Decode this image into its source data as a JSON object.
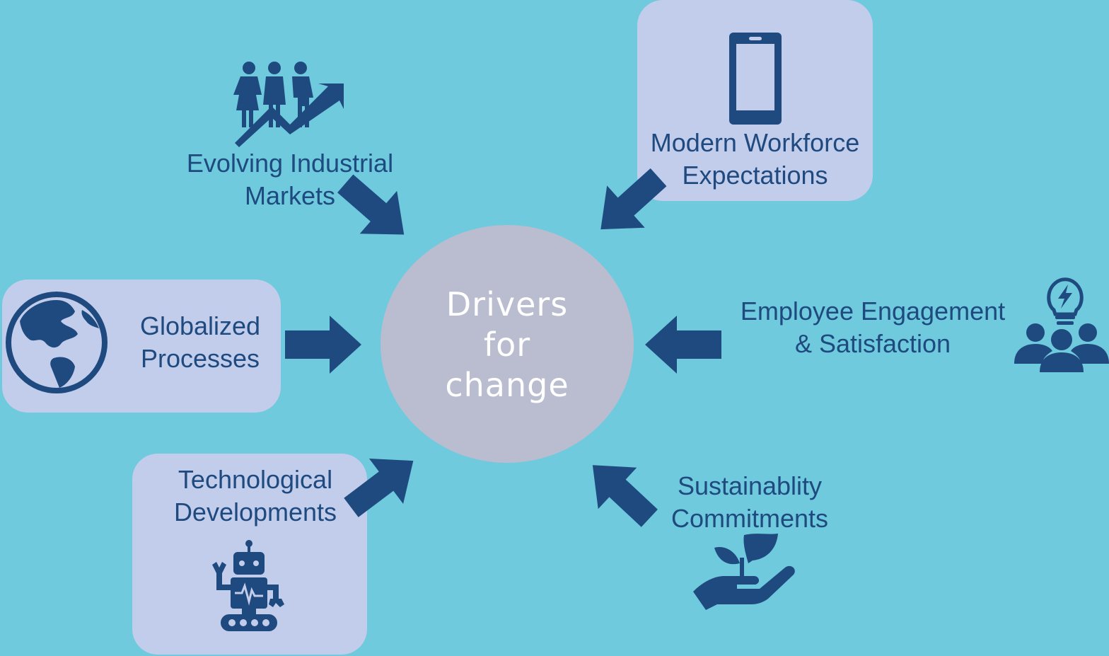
{
  "center": {
    "line1": "Drivers",
    "line2": "for",
    "line3": "change",
    "color": "#b9bdcf"
  },
  "drivers": {
    "markets": {
      "line1": "Evolving Industrial",
      "line2": "Markets",
      "icon": "people-growth-icon"
    },
    "workforce": {
      "line1": "Modern Workforce",
      "line2": "Expectations",
      "icon": "smartphone-icon"
    },
    "global": {
      "line1": "Globalized",
      "line2": "Processes",
      "icon": "globe-icon"
    },
    "engagement": {
      "line1": "Employee Engagement",
      "line2": "& Satisfaction",
      "icon": "team-idea-icon"
    },
    "technology": {
      "line1": "Technological",
      "line2": "Developments",
      "icon": "robot-icon"
    },
    "sustainability": {
      "line1": "Sustainablity",
      "line2": "Commitments",
      "icon": "hand-plant-icon"
    }
  },
  "colors": {
    "background": "#6ecadc",
    "box": "#c2cceb",
    "accent": "#1f4a7f",
    "center_text": "#ffffff"
  }
}
